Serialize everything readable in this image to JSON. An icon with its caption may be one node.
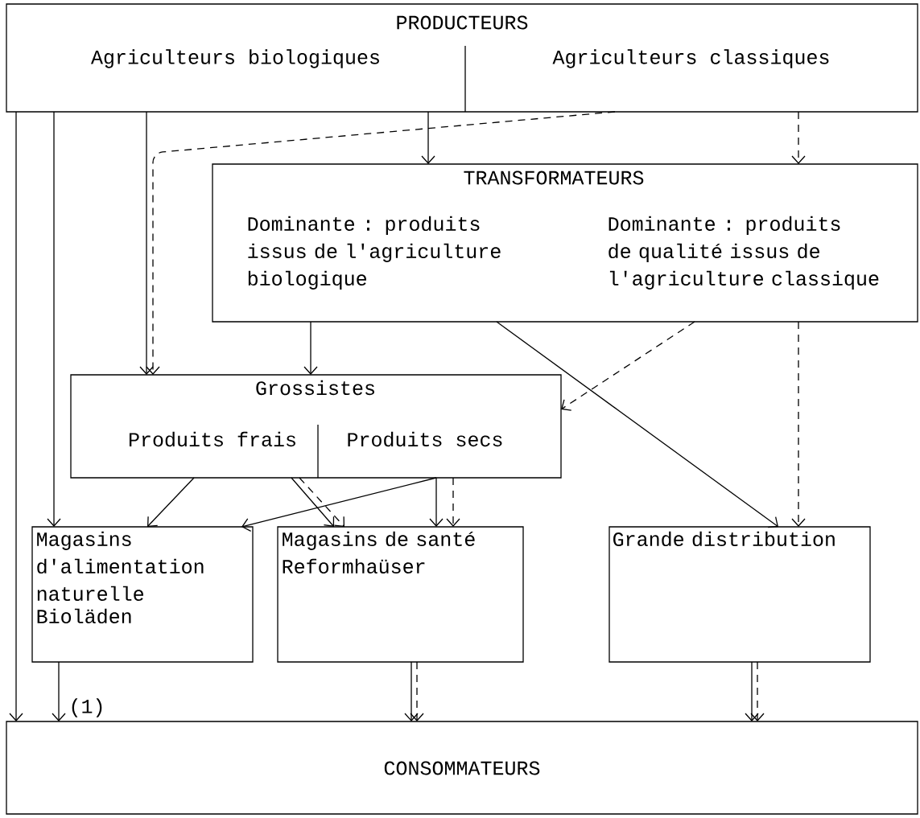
{
  "diagram": {
    "nodes": [
      {
        "text": [
          "PRODUCTEURS",
          "Agriculteurs biologiques",
          "Agriculteurs classiques"
        ]
      },
      {
        "text": [
          "TRANSFORMATEURS",
          "Dominante : produits issus de l'agriculture biologique",
          "Dominante : produits de qualité issus de l'agriculture classique"
        ]
      },
      {
        "text": [
          "Grossistes",
          "Produits frais",
          "Produits secs"
        ]
      },
      {
        "text": [
          "Magasins d'alimentation naturelle",
          "Bioläden"
        ]
      },
      {
        "text": [
          "Magasins de santé",
          "Reformhaüser"
        ]
      },
      {
        "text": [
          "Grande distribution"
        ]
      },
      {
        "text": [
          "CONSOMMATEURS"
        ]
      }
    ],
    "edges": [
      {
        "from": 0,
        "to": 6,
        "arrow": "to"
      },
      {
        "from": 0,
        "to": 3,
        "arrow": "to"
      },
      {
        "from": 0,
        "to": 2,
        "arrow": "to"
      },
      {
        "from": 0,
        "to": 2,
        "arrow": "to",
        "style": "dashed"
      },
      {
        "from": 0,
        "to": 1,
        "arrow": "to"
      },
      {
        "from": 0,
        "to": 1,
        "arrow": "to",
        "style": "dashed"
      },
      {
        "from": 1,
        "to": 2,
        "arrow": "to"
      },
      {
        "from": 1,
        "to": 2,
        "arrow": "to",
        "style": "dashed"
      },
      {
        "from": 1,
        "to": 5,
        "arrow": "to"
      },
      {
        "from": 1,
        "to": 5,
        "arrow": "to",
        "style": "dashed"
      },
      {
        "from": 2,
        "to": 3,
        "arrow": "to"
      },
      {
        "from": 2,
        "to": 4,
        "arrow": "to"
      },
      {
        "from": 2,
        "to": 4,
        "arrow": "to",
        "style": "dashed"
      },
      {
        "from": 2,
        "to": 3,
        "arrow": "to"
      },
      {
        "from": 2,
        "to": 4,
        "arrow": "to"
      },
      {
        "from": 2,
        "to": 4,
        "arrow": "to",
        "style": "dashed"
      },
      {
        "from": 3,
        "to": 6,
        "arrow": "to",
        "label": "(1)"
      },
      {
        "from": 4,
        "to": 6,
        "arrow": "to"
      },
      {
        "from": 4,
        "to": 6,
        "arrow": "to",
        "style": "dashed"
      },
      {
        "from": 5,
        "to": 6,
        "arrow": "to"
      },
      {
        "from": 5,
        "to": 6,
        "arrow": "to",
        "style": "dashed"
      }
    ]
  }
}
